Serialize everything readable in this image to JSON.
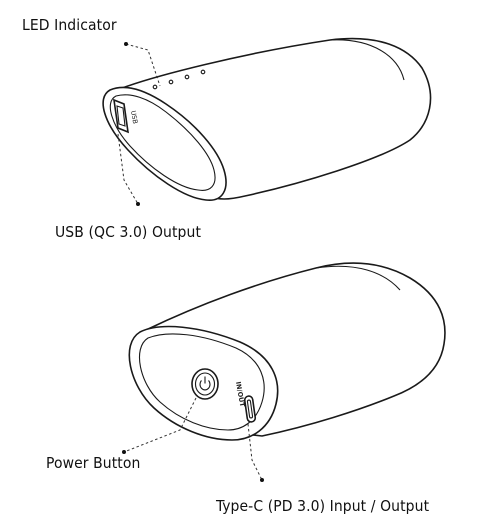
{
  "labels": {
    "led_indicator": "LED Indicator",
    "usb_output": "USB (QC 3.0) Output",
    "power_button": "Power Button",
    "typec": "Type-C (PD 3.0) Input / Output"
  },
  "port_marks": {
    "usb_text": "USB",
    "typec_text": "IN/OUT"
  }
}
